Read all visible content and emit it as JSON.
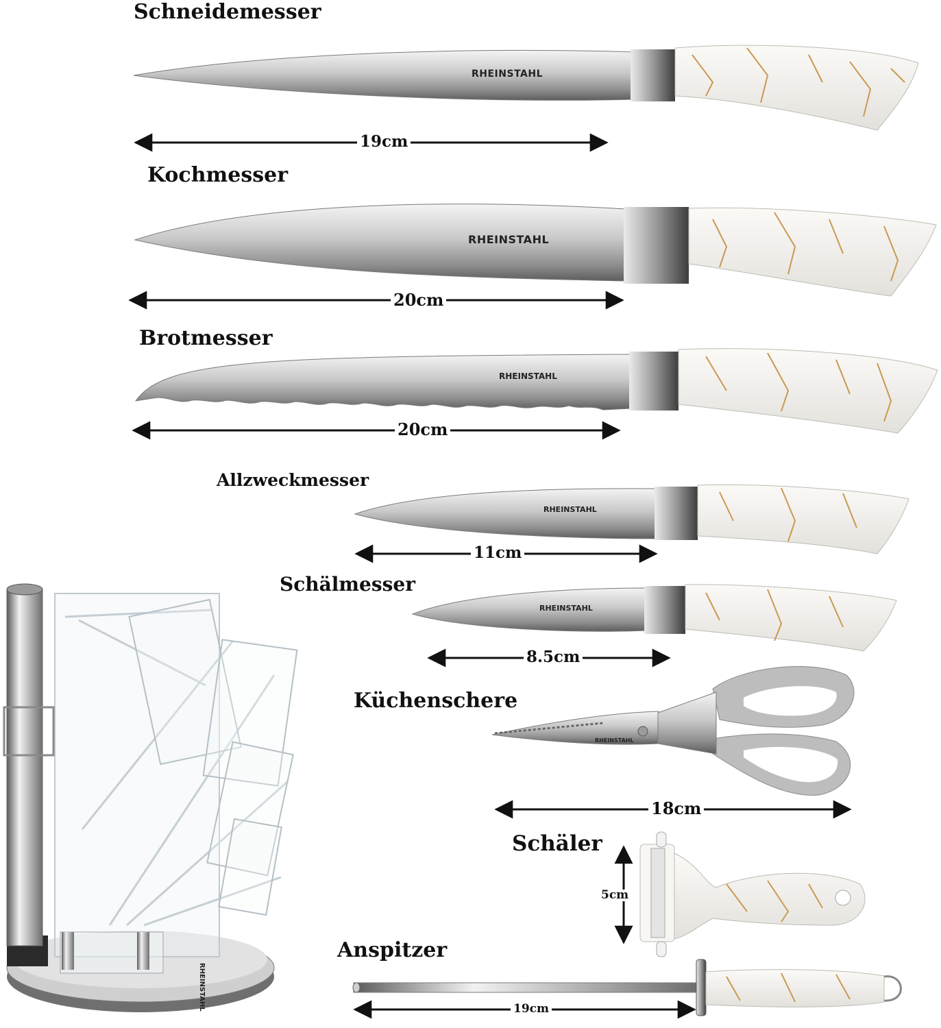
{
  "items": [
    {
      "name": "Schneidemesser",
      "length": "19cm"
    },
    {
      "name": "Kochmesser",
      "length": "20cm"
    },
    {
      "name": "Brotmesser",
      "length": "20cm"
    },
    {
      "name": "Allzweckmesser",
      "length": "11cm"
    },
    {
      "name": "Schälmesser",
      "length": "8.5cm"
    },
    {
      "name": "Küchenschere",
      "length": "18cm"
    },
    {
      "name": "Schäler",
      "length": "5cm"
    },
    {
      "name": "Anspitzer",
      "length": "19cm"
    }
  ],
  "brand": "RHEINSTAHL",
  "stand_brand": "RHEINSTAHL",
  "colors": {
    "steel": "#c8c8c8",
    "handle": "#f2f0ec",
    "marble_vein": "#c89a52",
    "arrow": "#111111"
  }
}
